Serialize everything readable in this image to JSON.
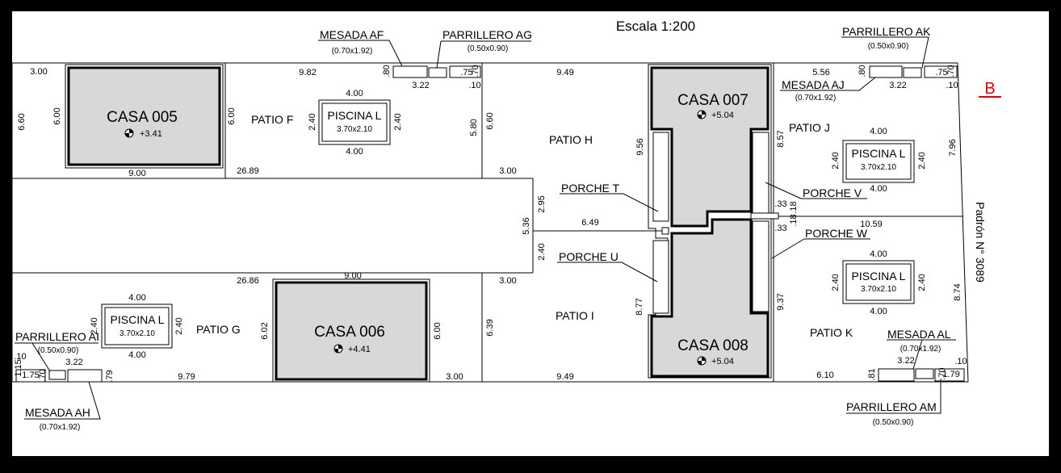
{
  "scale": "Escala  1:200",
  "block": "B",
  "padron": "Padrón N° 3089",
  "houses": {
    "c005": {
      "name": "CASA 005",
      "level": "+3.41"
    },
    "c006": {
      "name": "CASA 006",
      "level": "+4.41"
    },
    "c007": {
      "name": "CASA 007",
      "level": "+5.04"
    },
    "c008": {
      "name": "CASA 008",
      "level": "+5.04"
    }
  },
  "pools": {
    "label": "PISCINA L",
    "size": "3.70x2.10"
  },
  "patios": {
    "f": "PATIO F",
    "g": "PATIO G",
    "h": "PATIO H",
    "i": "PATIO I",
    "j": "PATIO J",
    "k": "PATIO K"
  },
  "porches": {
    "t": "PORCHE T",
    "u": "PORCHE U",
    "v": "PORCHE V",
    "w": "PORCHE W"
  },
  "fixtures": {
    "af": {
      "name": "MESADA AF",
      "size": "(0.70x1.92)"
    },
    "ag": {
      "name": "PARRILLERO AG",
      "size": "(0.50x0.90)"
    },
    "ak": {
      "name": "PARRILLERO AK",
      "size": "(0.50x0.90)"
    },
    "aj": {
      "name": "MESADA AJ",
      "size": "(0.70x1.92)"
    },
    "ai": {
      "name": "PARRILLERO AI",
      "size": "(0.50x0.90)"
    },
    "ah": {
      "name": "MESADA AH",
      "size": "(0.70x1.92)"
    },
    "al": {
      "name": "MESADA AL",
      "size": "(0.70x1.92)"
    },
    "am": {
      "name": "PARRILLERO AM",
      "size": "(0.50x0.90)"
    }
  },
  "dims": {
    "d300a": "3.00",
    "d982": "9.82",
    "d080a": ".80",
    "d322a": "3.22",
    "d075a": ".75",
    "d070a": ".70",
    "d010a": ".10",
    "d949a": "9.49",
    "d556": "5.56",
    "d080b": ".80",
    "d322b": "3.22",
    "d075b": ".75",
    "d070b": ".70",
    "d010b": ".10",
    "d660a": "6.60",
    "d600a": "6.00",
    "d600b": "6.00",
    "d400a": "4.00",
    "d240a": "2.40",
    "d240b": "2.40",
    "d400b": "4.00",
    "d580": "5.80",
    "d660b": "6.60",
    "d900a": "9.00",
    "d2689": "26.89",
    "d300b": "3.00",
    "d956": "9.56",
    "d857": "8.57",
    "d796": "7.96",
    "d400c": "4.00",
    "d240c": "2.40",
    "d240d": "2.40",
    "d400d": "4.00",
    "d295": "2.95",
    "d536": "5.36",
    "d649": "6.49",
    "d240e": "2.40",
    "d033a": ".33",
    "d018a": ".18",
    "d018b": ".18",
    "d033b": ".33",
    "d1059": "10.59",
    "d2686": "26.86",
    "d900b": "9.00",
    "d300c": "3.00",
    "d400e": "4.00",
    "d240f": "2.40",
    "d240g": "2.40",
    "d400f": "4.00",
    "d602": "6.02",
    "d600c": "6.00",
    "d639": "6.39",
    "d877": "8.77",
    "d937": "9.37",
    "d400g": "4.00",
    "d240h": "2.40",
    "d240i": "2.40",
    "d400h": "4.00",
    "d874": "8.74",
    "d010c": ".10",
    "d115": "1.15",
    "d175a": "1.75",
    "d070c": ".70",
    "d322c": "3.22",
    "d079": ".79",
    "d979": "9.79",
    "d300d": "3.00",
    "d949b": "9.49",
    "d322d": "3.22",
    "d610": "6.10",
    "d081": ".81",
    "d070d": ".70",
    "d179": "1.79",
    "d010d": ".10"
  }
}
